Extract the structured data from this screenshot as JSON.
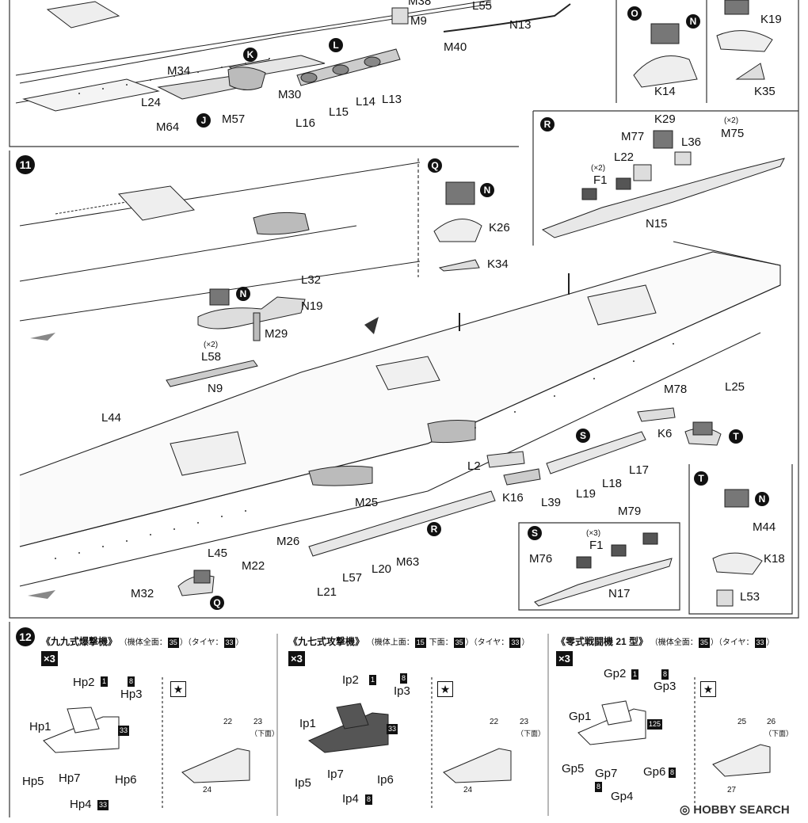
{
  "step10": {
    "parts_top": [
      "M38",
      "M9",
      "L55",
      "N13",
      "M40",
      "M34",
      "L24",
      "M64",
      "M57",
      "M30",
      "L16",
      "L15",
      "L14",
      "L13"
    ],
    "markers": {
      "J": "J",
      "K": "K",
      "L": "L",
      "O": "O",
      "N": "N"
    },
    "box_o": {
      "parts": [
        "K14"
      ]
    },
    "box_k19": {
      "parts": [
        "K19",
        "K35"
      ]
    }
  },
  "step11": {
    "number": "11",
    "q_box": {
      "label": "Q",
      "parts": [
        "K26",
        "K34"
      ],
      "marker": "N"
    },
    "r_box": {
      "label": "R",
      "parts": [
        "M77",
        "K29",
        "L36",
        "L22",
        "F1",
        "N15",
        "M75"
      ],
      "qty_f1": "(×2)",
      "qty_m75": "(×2)"
    },
    "upper_hull": [
      "L32",
      "N19",
      "M29",
      "L58",
      "N9"
    ],
    "qty_l58": "(×2)",
    "lower_hull": [
      "L44",
      "M78",
      "L25",
      "K6",
      "L2",
      "K16",
      "L39",
      "L19",
      "L18",
      "L17",
      "M25",
      "M26",
      "L45",
      "M22",
      "L57",
      "L20",
      "M63",
      "L21",
      "M32"
    ],
    "markers": {
      "N": "N",
      "Q": "Q",
      "R": "R",
      "S": "S",
      "T": "T"
    },
    "s_box": {
      "label": "S",
      "parts": [
        "M79",
        "F1",
        "M76",
        "N17"
      ],
      "qty_f1": "(×3)"
    },
    "t_box": {
      "label": "T",
      "parts": [
        "M44",
        "K18",
        "L53"
      ],
      "marker": "N"
    }
  },
  "step12": {
    "number": "12",
    "qty_label": "×3",
    "aircraft": [
      {
        "title": "《九九式爆撃機》",
        "paint_note_a": "（機体全面：",
        "paint_a": "35",
        "paint_note_b": "）（タイヤ：",
        "paint_b": "33",
        "paint_note_c": "）",
        "parts": [
          "Hp2",
          "Hp3",
          "Hp1",
          "Hp5",
          "Hp7",
          "Hp6",
          "Hp4"
        ],
        "codes": [
          "1",
          "8",
          "33",
          "33"
        ],
        "decals": [
          "22",
          "23",
          "24"
        ],
        "underside": "（下面）"
      },
      {
        "title": "《九七式攻撃機》",
        "paint_note_a": "（機体上面：",
        "paint_a": "15",
        "paint_note_mid": " 下面：",
        "paint_mid": "35",
        "paint_note_b": "）（タイヤ：",
        "paint_b": "33",
        "paint_note_c": "）",
        "parts": [
          "Ip2",
          "Ip3",
          "Ip1",
          "Ip7",
          "Ip5",
          "Ip6",
          "Ip4"
        ],
        "codes": [
          "1",
          "8",
          "33",
          "8"
        ],
        "decals": [
          "22",
          "23",
          "24"
        ],
        "underside": "（下面）"
      },
      {
        "title": "《零式戦闘機 21 型》",
        "paint_note_a": "（機体全面：",
        "paint_a": "35",
        "paint_note_b": "）（タイヤ：",
        "paint_b": "33",
        "paint_note_c": "）",
        "parts": [
          "Gp2",
          "Gp3",
          "Gp1",
          "Gp5",
          "Gp7",
          "Gp6",
          "Gp4"
        ],
        "codes": [
          "1",
          "8",
          "125",
          "8",
          "8"
        ],
        "decals": [
          "25",
          "26",
          "27"
        ],
        "underside": "（下面）"
      }
    ]
  },
  "watermark": "HOBBY SEARCH"
}
